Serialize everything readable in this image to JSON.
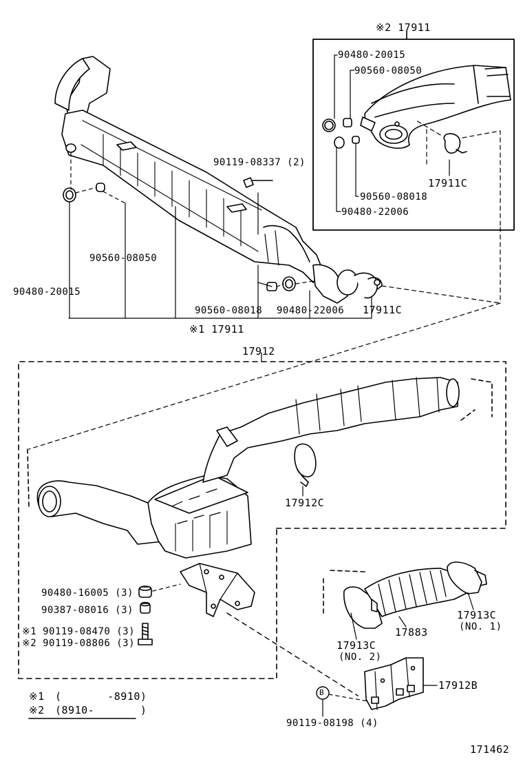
{
  "diagram_id": "171462",
  "inset": {
    "assembly": "※2 17911",
    "parts": [
      "90480-20015",
      "90560-08050",
      "90560-08018",
      "90480-22006",
      "17911C"
    ]
  },
  "upper_assembly": {
    "assembly": "※1 17911",
    "parts": [
      "90119-08337 (2)",
      "90560-08050",
      "90480-20015",
      "90560-08018",
      "90480-22006",
      "17911C"
    ]
  },
  "lower_assembly": {
    "assembly": "17912",
    "clamp": "17912C",
    "mount_parts": [
      "90480-16005 (3)",
      "90387-08016 (3)",
      "※1 90119-08470 (3)",
      "※2 90119-08806 (3)"
    ]
  },
  "insulator": {
    "part": "17883",
    "clamp_no1": "17913C",
    "clamp_no1_note": "(NO. 1)",
    "clamp_no2": "17913C",
    "clamp_no2_note": "(NO. 2)"
  },
  "bracket": {
    "part": "17912B",
    "bolt": "90119-08198 (4)",
    "bolt_marker": "B"
  },
  "legend": [
    {
      "mark": "※1",
      "range": "(       -8910)"
    },
    {
      "mark": "※2",
      "range": "(8910-       )"
    }
  ]
}
